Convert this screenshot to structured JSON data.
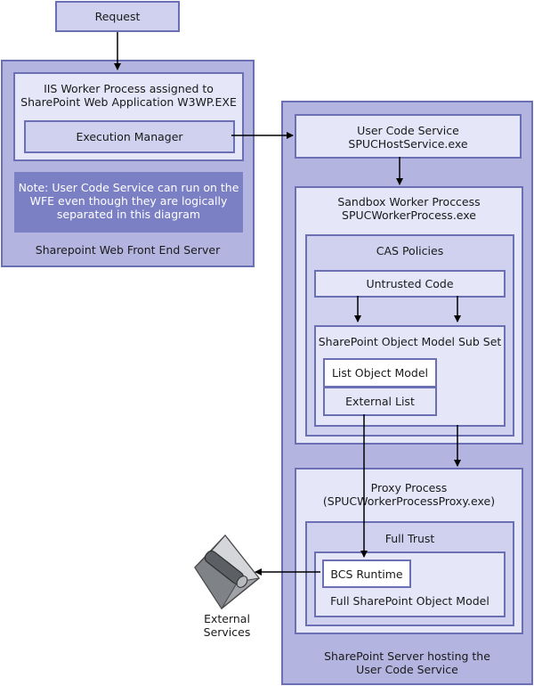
{
  "request": "Request",
  "wfe": {
    "iis_line1": "IIS Worker Process  assigned to",
    "iis_line2": "SharePoint Web Application W3WP.EXE",
    "execution_manager": "Execution Manager",
    "note_line1": "Note: User Code Service can run on the",
    "note_line2": "WFE even though they are logically",
    "note_line3": "separated in this diagram",
    "server_label": "Sharepoint Web Front End Server"
  },
  "app_server": {
    "ucs_line1": "User Code Service",
    "ucs_line2": "SPUCHostService.exe",
    "sandbox_line1": "Sandbox Worker Proccess",
    "sandbox_line2": "SPUCWorkerProcess.exe",
    "cas_policies": "CAS Policies",
    "untrusted_code": "Untrusted Code",
    "om_subset": "SharePoint Object Model Sub Set",
    "list_object_model": "List Object Model",
    "external_list": "External List",
    "proxy_line1": "Proxy Process",
    "proxy_line2": "(SPUCWorkerProcessProxy.exe)",
    "full_trust": "Full Trust",
    "bcs_runtime": "BCS Runtime",
    "full_om": "Full SharePoint Object Model",
    "server_line1": "SharePoint Server hosting the",
    "server_line2": "User Code Service"
  },
  "external": {
    "line1": "External",
    "line2": "Services"
  },
  "colors": {
    "border": "#6b6fb4",
    "fill_dark": "#b3b5e0",
    "fill_mid": "#cfd1ef",
    "fill_light": "#e5e6f8",
    "note_fill": "#7b7fc4"
  }
}
